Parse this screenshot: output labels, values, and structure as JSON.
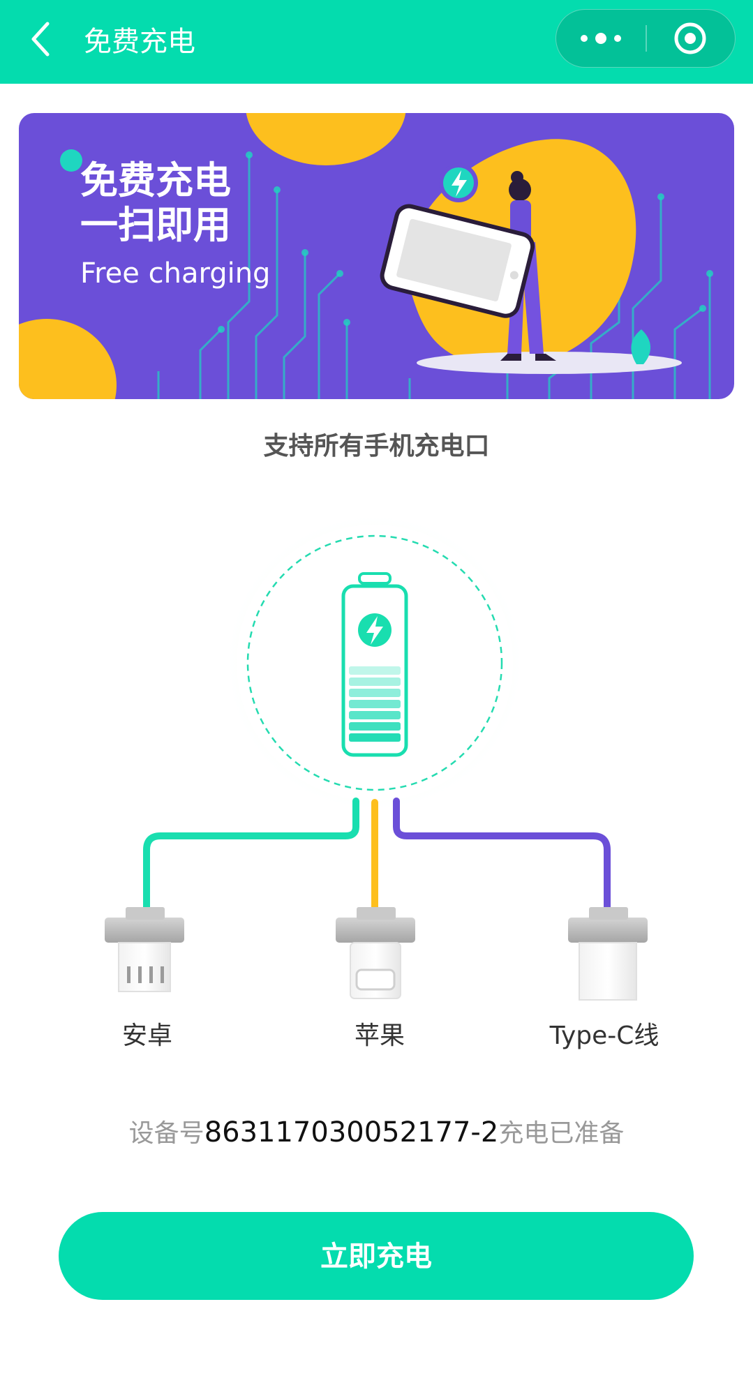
{
  "navbar": {
    "title": "免费充电",
    "back_icon": "chevron-left-icon",
    "more_icon": "more-dots-icon",
    "close_icon": "target-circle-icon",
    "bg_color": "#04dcae"
  },
  "banner": {
    "line1": "免费充电",
    "line2": "一扫即用",
    "line3": "Free charging",
    "bg_color": "#6b4fd8",
    "accent_color": "#fdbf1e"
  },
  "subtitle": "支持所有手机充电口",
  "connectors": [
    {
      "label": "安卓",
      "cable_color": "#19deaf"
    },
    {
      "label": "苹果",
      "cable_color": "#fdbf1e"
    },
    {
      "label": "Type-C线",
      "cable_color": "#6b4fd8"
    }
  ],
  "device": {
    "prefix": "设备号",
    "number": "863117030052177-2",
    "suffix": "充电已准备"
  },
  "charge_button": {
    "label": "立即充电"
  }
}
